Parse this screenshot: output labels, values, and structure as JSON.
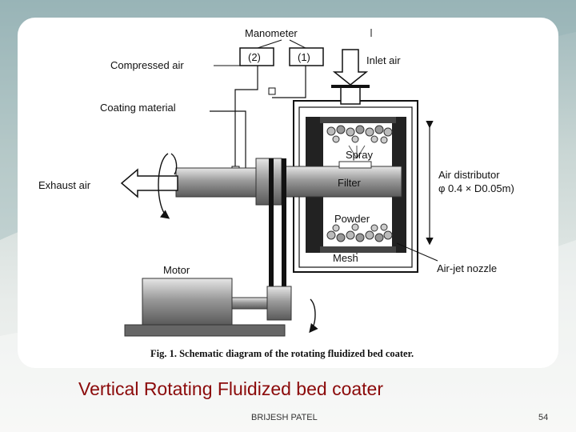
{
  "diagram": {
    "labels": {
      "manometer": "Manometer",
      "gauge2": "(2)",
      "gauge1": "(1)",
      "compressed_air": "Compressed air",
      "inlet_air": "Inlet air",
      "coating_material": "Coating material",
      "exhaust_air": "Exhaust air",
      "spray": "Spray",
      "filter": "Filter",
      "powder": "Powder",
      "mesh": "Mesh",
      "air_distributor": "Air distributor",
      "air_distributor_dims": "φ 0.4 × D0.05m)",
      "air_jet_nozzle": "Air-jet nozzle",
      "motor": "Motor"
    },
    "caption": "Fig. 1. Schematic diagram of the rotating fluidized bed coater."
  },
  "slide": {
    "title": "Vertical  Rotating Fluidized bed coater",
    "author": "BRIJESH PATEL",
    "page_number": "54"
  }
}
